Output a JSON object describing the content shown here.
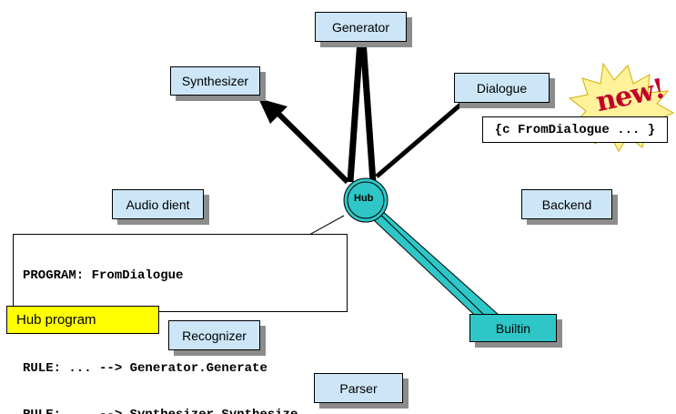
{
  "nodes": {
    "generator": "Generator",
    "synthesizer": "Synthesizer",
    "dialogue": "Dialogue",
    "audio_client": "Audio dient",
    "backend": "Backend",
    "recognizer": "Recognizer",
    "parser": "Parser",
    "builtin": "Builtin",
    "hub": "Hub"
  },
  "dialogue_callout": "{c FromDialogue ... }",
  "new_badge": "new!",
  "program_box": {
    "lines": [
      "PROGRAM: FromDialogue",
      "",
      "RULE: ... --> Generator.Generate",
      "RULE: ... --> Synthesizer.Synthesize"
    ]
  },
  "hub_program_label": "Hub program",
  "colors": {
    "server_box": "#cce6f7",
    "hub": "#2ec6c6",
    "builtin": "#2ec6c6",
    "label": "#ffff00",
    "starburst": "#fff29a",
    "new_text": "#c2002a"
  }
}
